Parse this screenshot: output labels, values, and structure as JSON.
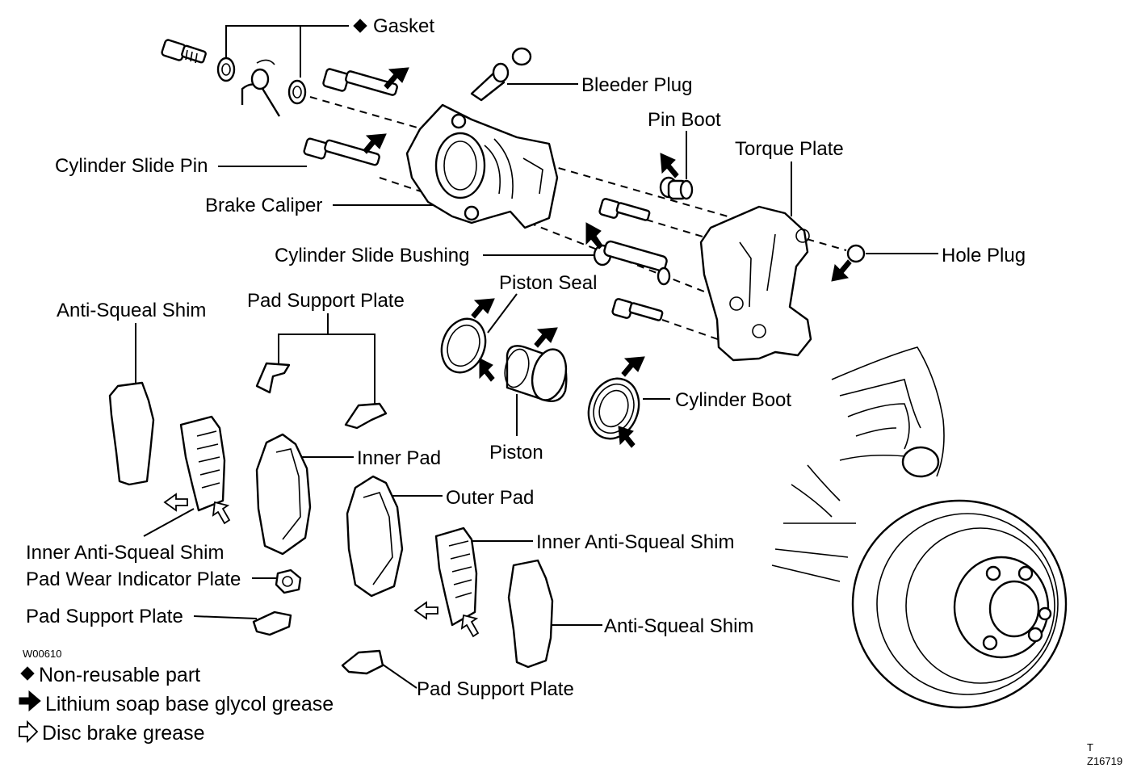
{
  "labels": {
    "gasket": "Gasket",
    "bleeder_plug": "Bleeder Plug",
    "pin_boot": "Pin Boot",
    "torque_plate": "Torque Plate",
    "cylinder_slide_pin": "Cylinder Slide Pin",
    "brake_caliper": "Brake Caliper",
    "cylinder_slide_bushing": "Cylinder Slide Bushing",
    "hole_plug": "Hole Plug",
    "piston_seal": "Piston Seal",
    "pad_support_plate_top": "Pad Support Plate",
    "anti_squeal_shim_left": "Anti-Squeal Shim",
    "cylinder_boot": "Cylinder Boot",
    "inner_pad": "Inner Pad",
    "piston": "Piston",
    "outer_pad": "Outer Pad",
    "inner_anti_squeal_shim_right": "Inner Anti-Squeal Shim",
    "inner_anti_squeal_shim_left": "Inner Anti-Squeal Shim",
    "pad_wear_indicator_plate": "Pad Wear Indicator Plate",
    "pad_support_plate_left": "Pad Support Plate",
    "anti_squeal_shim_right": "Anti-Squeal Shim",
    "pad_support_plate_bottom": "Pad Support Plate"
  },
  "legend": {
    "code": "W00610",
    "non_reusable": "Non-reusable part",
    "lithium_grease": "Lithium soap base glycol grease",
    "disc_grease": "Disc brake grease"
  },
  "corner_code": {
    "line1": "T",
    "line2": "Z16719"
  }
}
